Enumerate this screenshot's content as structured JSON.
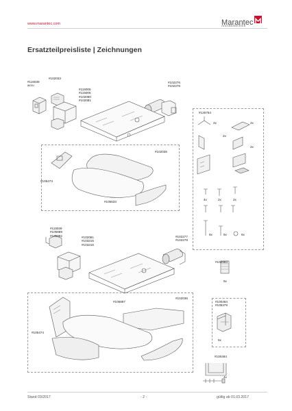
{
  "header": {
    "url": "www.marantec.com",
    "logo": {
      "name": "Marantec",
      "tagline": "Antriebstechnik"
    }
  },
  "title": "Ersatzteilpreisliste | Zeichnungen",
  "upper": {
    "l1": "#116039\naccu",
    "l2": "#102033",
    "l3": "#115005\n#115006\n#102080\n#102081",
    "l4": "#102276\n#102278",
    "l5": "#126754",
    "l6": "#102035",
    "l7": "#105473",
    "l8": "#105533",
    "q2x_a": "2x",
    "q2x_b": "2x",
    "q2x_c": "2x",
    "q2x_d": "2x",
    "q4x": "4x",
    "q2x_e": "2x",
    "q2x_f": "2x",
    "q6x_a": "6x",
    "q6x_b": "6x",
    "q6x_c": "6x"
  },
  "lower": {
    "l1": "#116039\n#105889\n#105892",
    "l2": "#102081\n#103215\n#103216",
    "l3": "#102277\n#102278",
    "l4": "#102993",
    "q5x_a": "5x",
    "l5": "#105897",
    "l6": "#102036",
    "l7": "#100484\n#105379",
    "l8": "#105474",
    "q5x_b": "5x",
    "l9": "#100484",
    "q4x": "4x"
  },
  "footer": {
    "left": "Stand 03/2017",
    "center": "- 2 -",
    "right": "gültig ab 01.03.2017"
  }
}
